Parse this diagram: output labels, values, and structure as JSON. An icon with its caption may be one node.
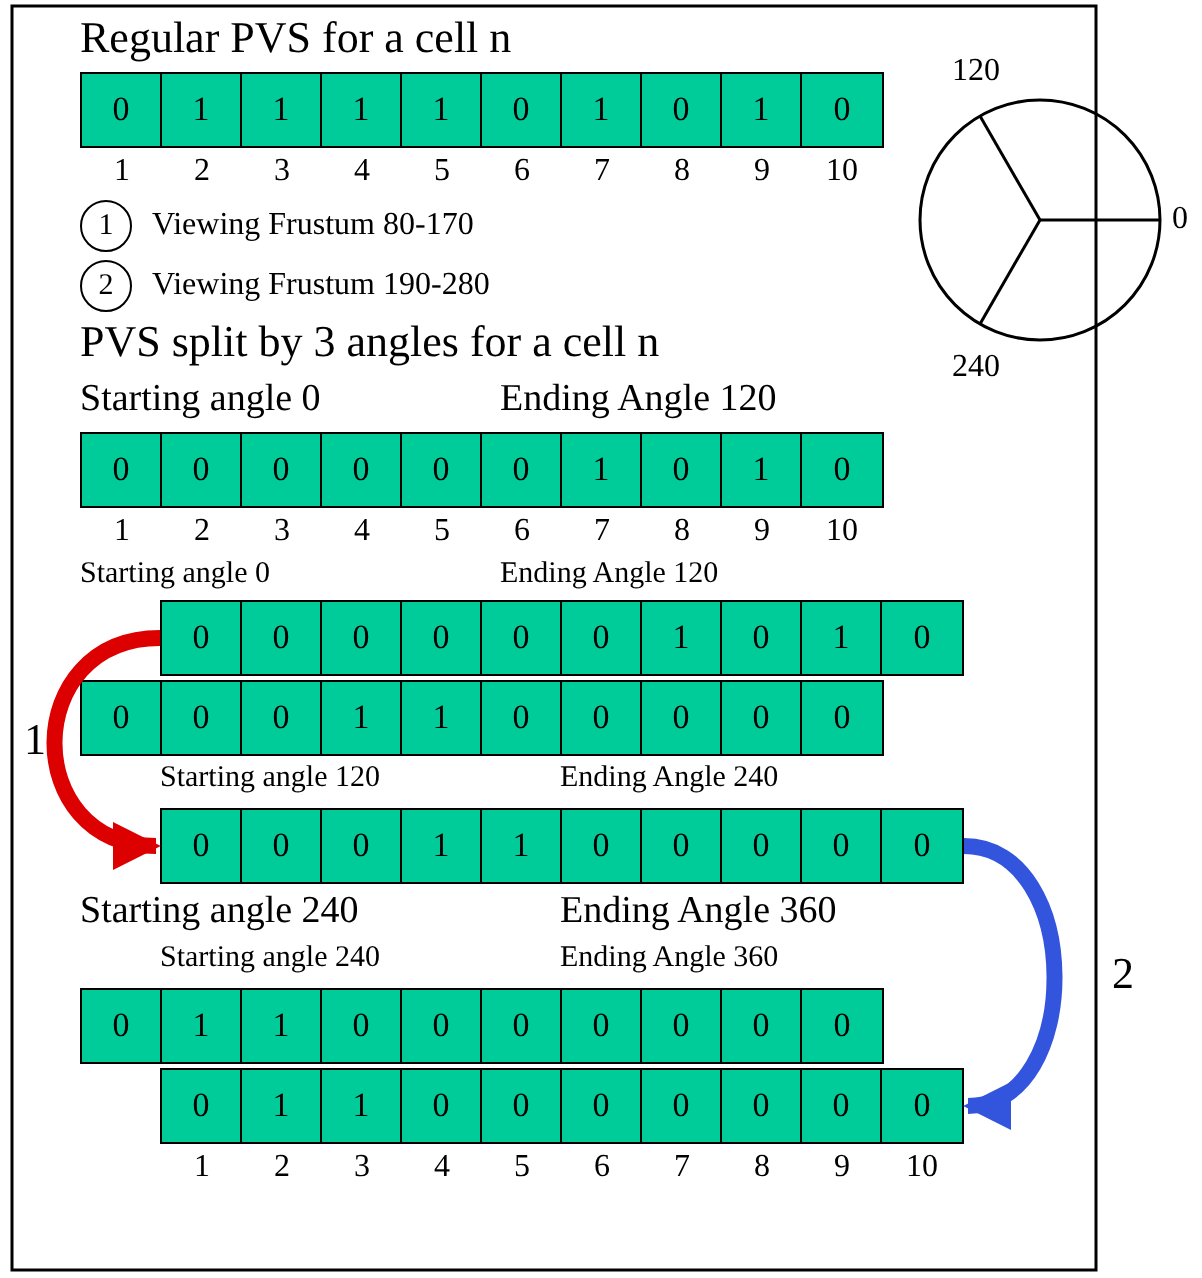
{
  "diagram": {
    "nodes": [
      {
        "text": [
          "0",
          "1",
          "1",
          "1",
          "1",
          "0",
          "1",
          "0",
          "1",
          "0"
        ]
      },
      {
        "text": [
          "1"
        ],
        "beside": [
          "Viewing Frustum 80-170"
        ]
      },
      {
        "text": [
          "2"
        ],
        "beside": [
          "Viewing Frustum 190-280"
        ]
      },
      {
        "text": [
          "0",
          "0",
          "0",
          "0",
          "0",
          "0",
          "1",
          "0",
          "1",
          "0"
        ]
      },
      {
        "text": [
          "0",
          "0",
          "0",
          "0",
          "0",
          "0",
          "1",
          "0",
          "1",
          "0"
        ]
      },
      {
        "text": [
          "0",
          "0",
          "0",
          "1",
          "1",
          "0",
          "0",
          "0",
          "0",
          "0"
        ]
      },
      {
        "text": [
          "0",
          "0",
          "0",
          "1",
          "1",
          "0",
          "0",
          "0",
          "0",
          "0"
        ]
      },
      {
        "text": [
          "0",
          "1",
          "1",
          "0",
          "0",
          "0",
          "0",
          "0",
          "0",
          "0"
        ]
      },
      {
        "text": [
          "0",
          "1",
          "1",
          "0",
          "0",
          "0",
          "0",
          "0",
          "0",
          "0"
        ]
      }
    ],
    "edges": [
      {
        "from": 4,
        "to": 6,
        "arrow": "to",
        "label": "1",
        "color": "#dd0000"
      },
      {
        "from": 6,
        "to": 8,
        "arrow": "to",
        "label": "2",
        "color": "#3355dd"
      }
    ],
    "labels": [
      "Regular PVS for a cell n",
      "120",
      "1",
      "2",
      "3",
      "4",
      "5",
      "6",
      "7",
      "8",
      "9",
      "10",
      "0",
      "PVS split by 3 angles for a cell n",
      "Starting angle 0",
      "Ending Angle 120",
      "240",
      "1",
      "2",
      "3",
      "4",
      "5",
      "6",
      "7",
      "8",
      "9",
      "10",
      "Starting angle 0",
      "Ending Angle 120",
      "Starting angle 120",
      "Ending Angle 240",
      "Starting angle 240",
      "Ending Angle 360",
      "Starting angle 240",
      "Ending Angle 360",
      "1",
      "2",
      "3",
      "4",
      "5",
      "6",
      "7",
      "8",
      "9",
      "10"
    ]
  }
}
